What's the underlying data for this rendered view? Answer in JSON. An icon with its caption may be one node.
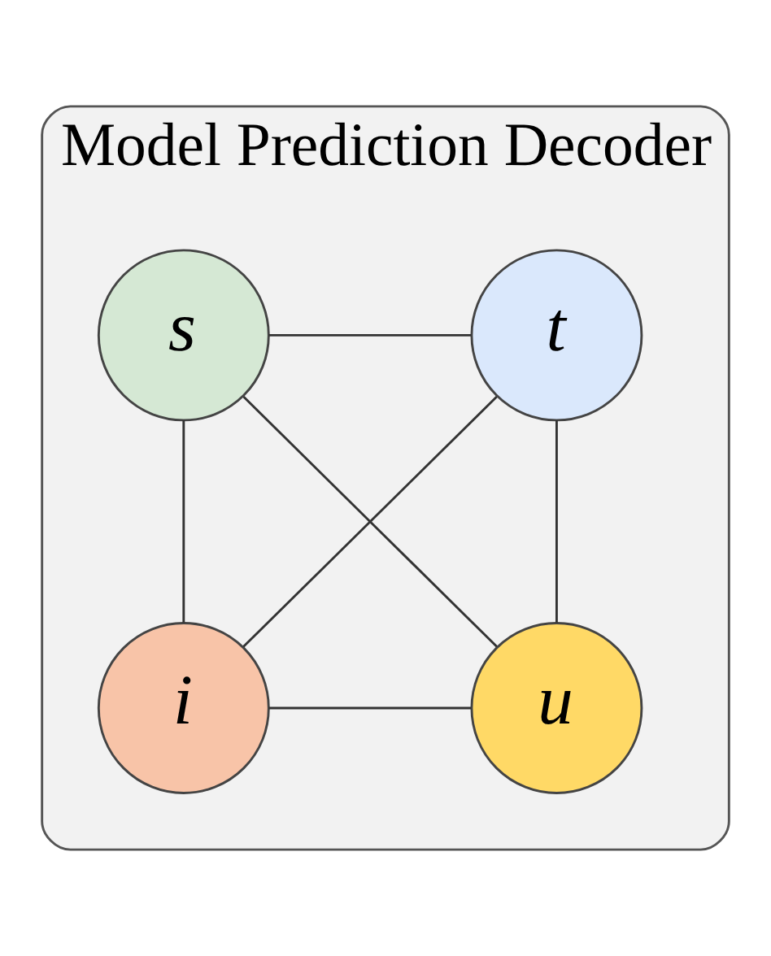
{
  "diagram": {
    "nodes": [
      {
        "text": [
          "Model Prediction Decoder"
        ]
      },
      {
        "text": [
          "s"
        ],
        "in": 0
      },
      {
        "text": [
          "t"
        ],
        "in": 0
      },
      {
        "text": [
          "i"
        ],
        "in": 0
      },
      {
        "text": [
          "u"
        ],
        "in": 0
      }
    ],
    "edges": [
      {
        "from": 1,
        "to": 2,
        "arrow": "none"
      },
      {
        "from": 1,
        "to": 3,
        "arrow": "none"
      },
      {
        "from": 1,
        "to": 4,
        "arrow": "none"
      },
      {
        "from": 2,
        "to": 3,
        "arrow": "none"
      },
      {
        "from": 2,
        "to": 4,
        "arrow": "none"
      },
      {
        "from": 3,
        "to": 4,
        "arrow": "none"
      }
    ]
  }
}
